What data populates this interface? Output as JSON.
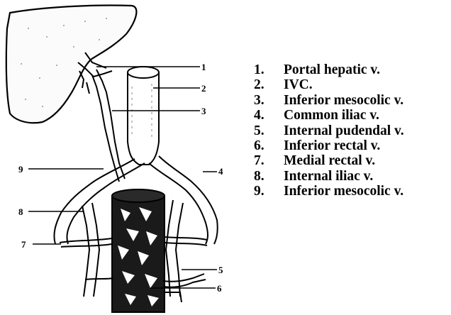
{
  "diagram": {
    "callouts": [
      "1",
      "2",
      "3",
      "4",
      "5",
      "6",
      "7",
      "8",
      "9"
    ]
  },
  "legend": {
    "items": [
      {
        "number": "1.",
        "label": "Portal hepatic v."
      },
      {
        "number": "2.",
        "label": "IVC."
      },
      {
        "number": "3.",
        "label": "Inferior mesocolic v."
      },
      {
        "number": "4.",
        "label": "Common iliac v."
      },
      {
        "number": "5.",
        "label": "Internal pudendal v."
      },
      {
        "number": "6.",
        "label": "Inferior rectal v."
      },
      {
        "number": "7.",
        "label": "Medial rectal v."
      },
      {
        "number": "8.",
        "label": "Internal iliac v."
      },
      {
        "number": "9.",
        "label": "Inferior mesocolic v."
      }
    ]
  }
}
